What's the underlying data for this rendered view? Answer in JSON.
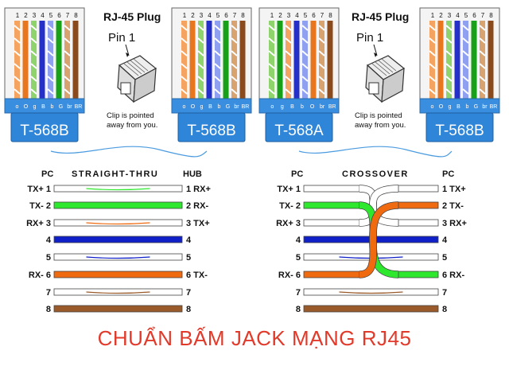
{
  "plug_info": {
    "title": "RJ-45 Plug",
    "pin_label": "Pin 1",
    "clip_line1": "Clip is pointed",
    "clip_line2": "away from you."
  },
  "pin_numbers": [
    "1",
    "2",
    "3",
    "4",
    "5",
    "6",
    "7",
    "8"
  ],
  "jack_letters": [
    "o",
    "O",
    "g",
    "B",
    "b",
    "G",
    "br",
    "BR"
  ],
  "jack_letters_a": [
    "o",
    "g",
    "B",
    "b",
    "O",
    "br",
    "BR"
  ],
  "connectors": [
    {
      "standard": "T-568B",
      "colors": [
        "#f4a460",
        "#e8761e",
        "#8fd36c",
        "#2430c8",
        "#8fa0f0",
        "#18a018",
        "#d9a370",
        "#8b4a1c"
      ]
    },
    {
      "standard": "T-568B",
      "colors": [
        "#f4a460",
        "#e8761e",
        "#8fd36c",
        "#2430c8",
        "#8fa0f0",
        "#18a018",
        "#d9a370",
        "#8b4a1c"
      ]
    },
    {
      "standard": "T-568A",
      "colors": [
        "#8fd36c",
        "#18a018",
        "#f4a460",
        "#2430c8",
        "#8fa0f0",
        "#e8761e",
        "#d9a370",
        "#8b4a1c"
      ]
    },
    {
      "standard": "T-568B",
      "colors": [
        "#f4a460",
        "#e8761e",
        "#8fd36c",
        "#2430c8",
        "#8fa0f0",
        "#18a018",
        "#d9a370",
        "#8b4a1c"
      ]
    }
  ],
  "straight": {
    "header_left": "PC",
    "header_mid": "STRAIGHT-THRU",
    "header_right": "HUB",
    "left_labels": [
      "TX+ 1",
      "TX- 2",
      "RX+ 3",
      "4",
      "5",
      "RX- 6",
      "7",
      "8"
    ],
    "right_labels": [
      "1 RX+",
      "2 RX-",
      "3 TX+",
      "4",
      "5",
      "6 TX-",
      "7",
      "8"
    ]
  },
  "crossover": {
    "header_left": "PC",
    "header_mid": "CROSSOVER",
    "header_right": "PC",
    "left_labels": [
      "TX+ 1",
      "TX- 2",
      "RX+ 3",
      "4",
      "5",
      "RX- 6",
      "7",
      "8"
    ],
    "right_labels": [
      "1 TX+",
      "2 TX-",
      "3 RX+",
      "4",
      "5",
      "6 RX-",
      "7",
      "8"
    ]
  },
  "wire_colors": {
    "w_green": "#ffffff",
    "green": "#2ee82e",
    "w_orange": "#ffffff",
    "blue": "#1020c8",
    "w_blue": "#ffffff",
    "orange": "#f06a10",
    "w_brown": "#ffffff",
    "brown": "#9a5a2a"
  },
  "caption": "CHUẨN BẤM JACK MẠNG RJ45"
}
